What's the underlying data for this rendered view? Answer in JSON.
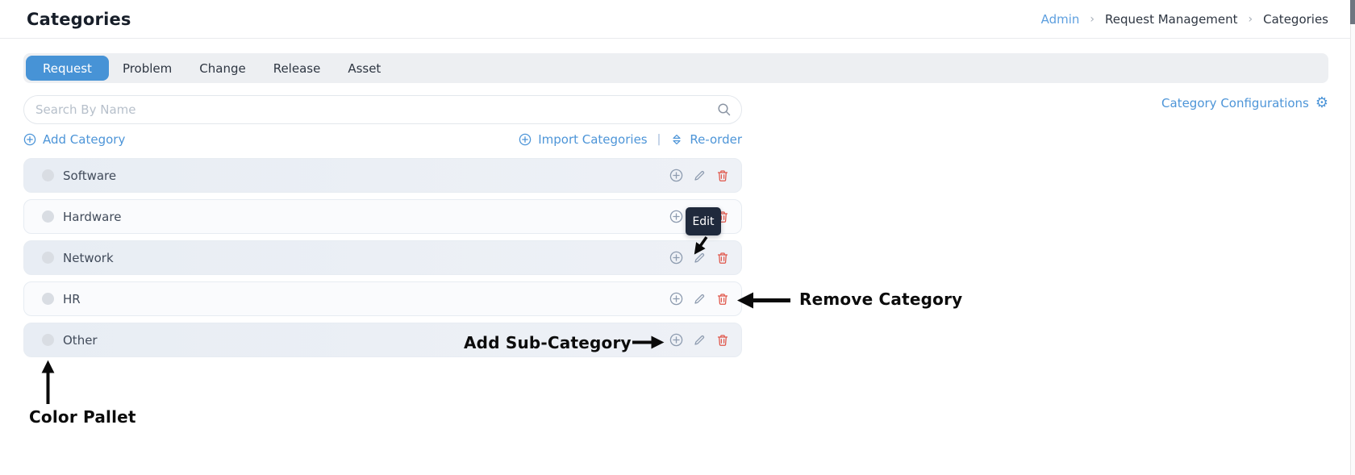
{
  "page": {
    "title": "Categories"
  },
  "breadcrumb": {
    "separator": "›",
    "items": [
      {
        "label": "Admin"
      },
      {
        "label": "Request Management"
      },
      {
        "label": "Categories"
      }
    ]
  },
  "tabs": {
    "active": "Request",
    "items": [
      {
        "label": "Request"
      },
      {
        "label": "Problem"
      },
      {
        "label": "Change"
      },
      {
        "label": "Release"
      },
      {
        "label": "Asset"
      }
    ]
  },
  "search": {
    "placeholder": "Search By Name"
  },
  "config_link": {
    "label": "Category Configurations"
  },
  "actions": {
    "add_category": "Add Category",
    "import_categories": "Import Categories",
    "separator": "|",
    "reorder": "Re-order"
  },
  "categories": [
    {
      "name": "Software"
    },
    {
      "name": "Hardware"
    },
    {
      "name": "Network"
    },
    {
      "name": "HR"
    },
    {
      "name": "Other"
    }
  ],
  "tooltip": {
    "label": "Edit"
  },
  "annotations": {
    "remove_category": "Remove Category",
    "add_sub_category": "Add Sub-Category",
    "color_pallet": "Color Pallet"
  },
  "icons": {
    "gear_glyph": "⚙"
  },
  "colors": {
    "accent_blue": "#4793d6",
    "link_blue": "#4d95d8",
    "danger_red": "#e0564a",
    "icon_gray": "#8e9cb0",
    "tooltip_bg": "#202a3c",
    "row_dark": "#e9edf4",
    "row_light": "#fafbfd"
  }
}
